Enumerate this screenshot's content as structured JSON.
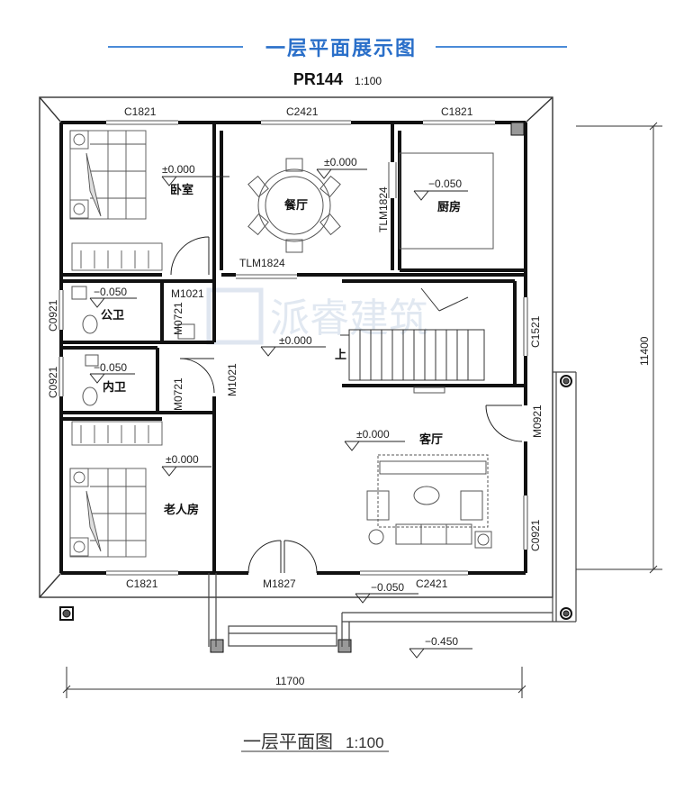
{
  "header": {
    "title": "一层平面展示图",
    "code": "PR144",
    "scale": "1:100"
  },
  "watermark": {
    "text": "派睿建筑"
  },
  "rooms": {
    "bedroom": "卧室",
    "dining": "餐厅",
    "kitchen": "厨房",
    "public_bath": "公卫",
    "inner_bath": "内卫",
    "living": "客厅",
    "elder_room": "老人房"
  },
  "window_labels": {
    "c1821_top_left": "C1821",
    "c2421_top": "C2421",
    "c1821_top_right": "C1821",
    "tlm1824_vertical": "TLM1824",
    "tlm1824_horizontal": "TLM1824",
    "c0921_left_upper": "C0921",
    "c0921_left_lower": "C0921",
    "c1521_right": "C1521",
    "m0921_right": "M0921",
    "c0921_right": "C0921",
    "c1821_bottom": "C1821",
    "m1827_bottom": "M1827",
    "c2421_bottom": "C2421",
    "m1021_upper": "M1021",
    "m0721_upper": "M0721",
    "m1021_vertical": "M1021",
    "m0721_lower": "M0721"
  },
  "elevations": {
    "bedroom": "±0.000",
    "dining": "±0.000",
    "kitchen": "−0.050",
    "public_bath": "−0.050",
    "hall": "±0.000",
    "inner_bath": "−0.050",
    "living": "±0.000",
    "elder_room": "±0.000",
    "porch": "−0.050",
    "ground": "−0.450"
  },
  "stair_label": "上",
  "dimensions": {
    "width": "11700",
    "depth": "11400"
  },
  "footer": {
    "title": "一层平面图",
    "scale": "1:100"
  }
}
